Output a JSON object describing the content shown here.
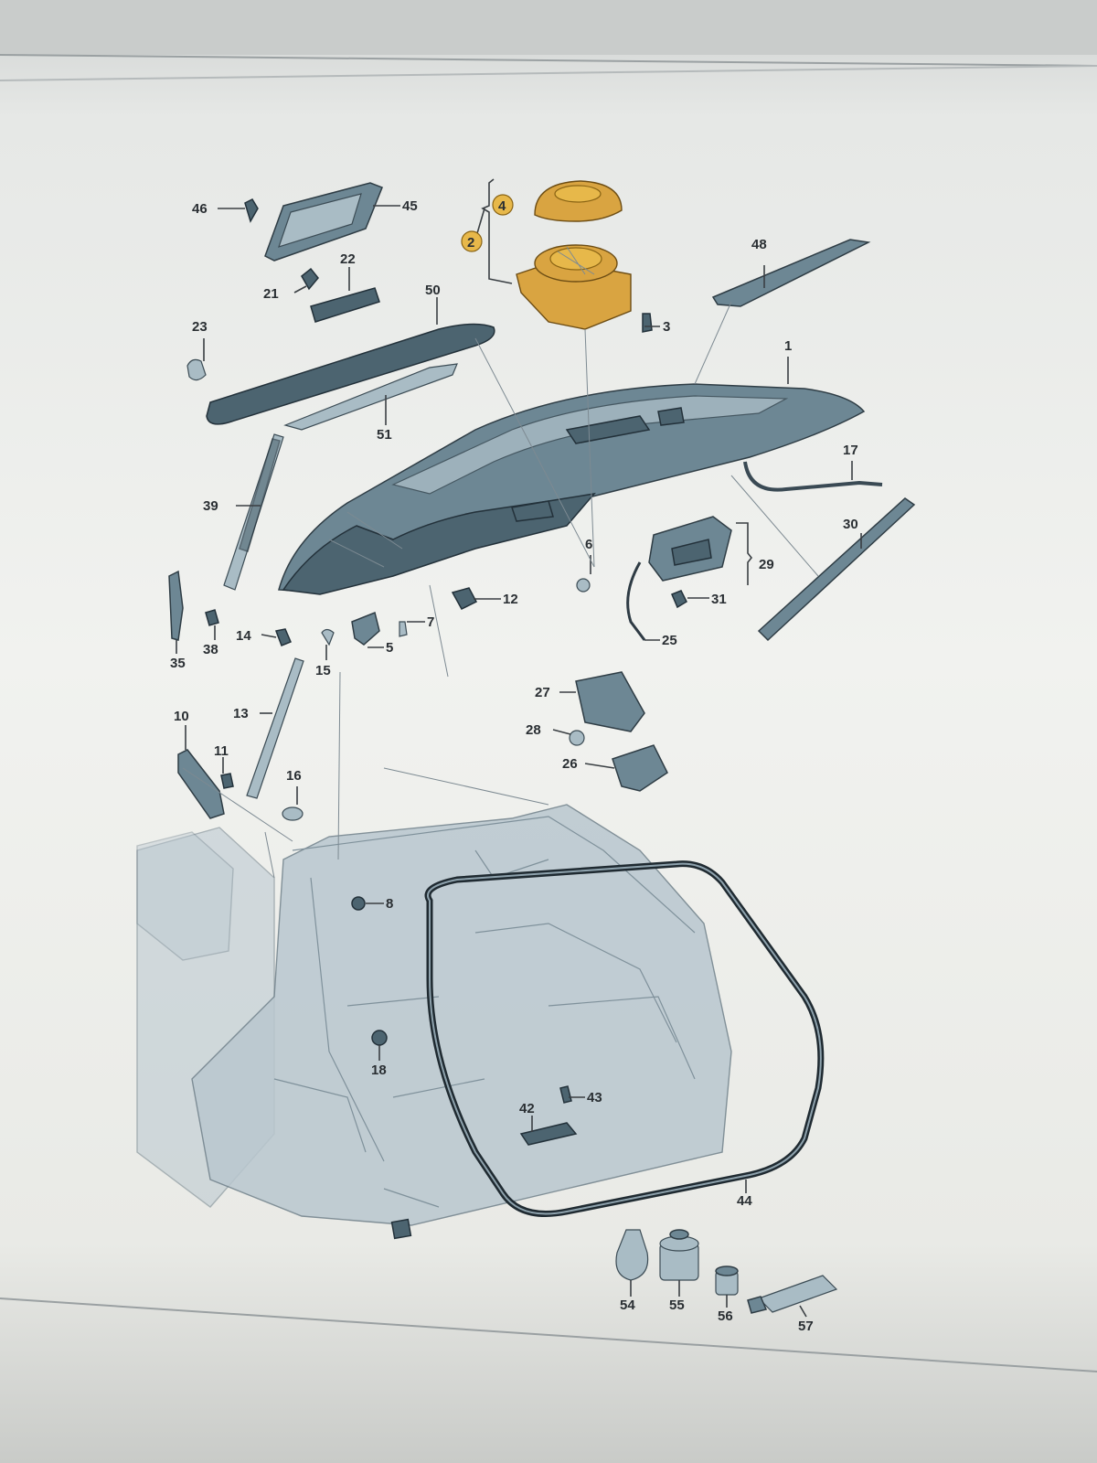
{
  "diagram": {
    "callouts": [
      "1",
      "2",
      "3",
      "4",
      "5",
      "6",
      "7",
      "8",
      "10",
      "11",
      "12",
      "13",
      "14",
      "15",
      "16",
      "17",
      "18",
      "21",
      "22",
      "23",
      "25",
      "26",
      "27",
      "28",
      "29",
      "30",
      "31",
      "35",
      "38",
      "39",
      "42",
      "43",
      "44",
      "45",
      "46",
      "48",
      "50",
      "51",
      "54",
      "55",
      "56",
      "57"
    ],
    "highlighted_callouts": [
      "2",
      "4"
    ],
    "colors": {
      "parts": "#6d8794",
      "highlight": "#d9a441",
      "line": "#3a3f43"
    }
  }
}
